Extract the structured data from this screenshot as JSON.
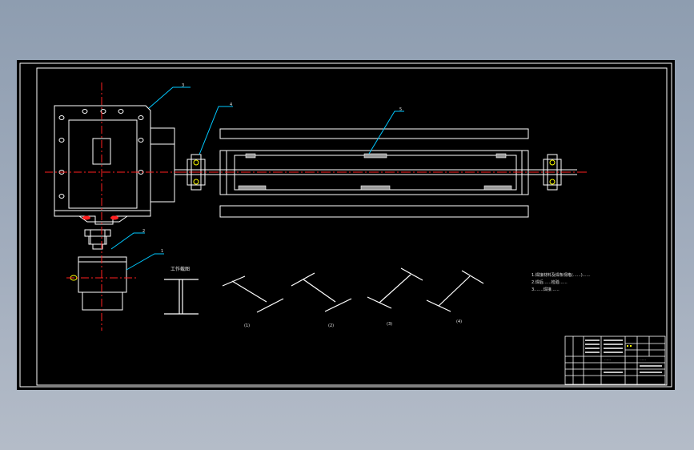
{
  "colors": {
    "background": "#8e9db0",
    "canvas": "#000000",
    "line": "#ffffff",
    "centerline": "#ff2020",
    "leader": "#00c8ff",
    "yellow": "#ffff00",
    "fill": "#bfbfbf"
  },
  "balloons": [
    "1",
    "2",
    "3",
    "4",
    "5"
  ],
  "section_title": "工作截图",
  "view_labels": [
    "(1)",
    "(2)",
    "(3)",
    "(4)"
  ],
  "notes": [
    "1.焊接材料及焊条规格(……)……",
    "2.焊后……检验……",
    "3.……焊接……"
  ],
  "title_block": {
    "drawing_name": "……",
    "scale": "……"
  }
}
